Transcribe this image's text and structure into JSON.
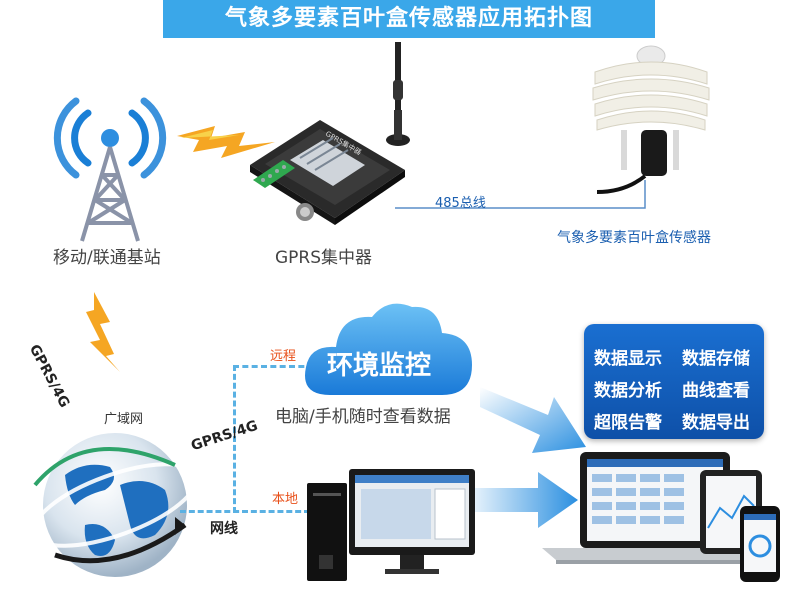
{
  "title": "气象多要素百叶盒传感器应用拓扑图",
  "labels": {
    "base_station": "移动/联通基站",
    "concentrator": "GPRS集中器",
    "sensor": "气象多要素百叶盒传感器",
    "bus": "485总线",
    "gprs_4g_left": "GPRS/4G",
    "gprs_4g_mid": "GPRS/4G",
    "wan": "广域网",
    "remote": "远程",
    "local": "本地",
    "network_cable": "网线"
  },
  "cloud": {
    "title": "环境监控",
    "subtitle": "电脑/手机随时查看数据"
  },
  "features": [
    "数据显示",
    "数据存储",
    "数据分析",
    "曲线查看",
    "超限告警",
    "数据导出"
  ],
  "device_text": {
    "gprs_panel": "GPRS集中器"
  },
  "colors": {
    "title_bar": "#3aa7e9",
    "accent_blue": "#1b5fb0",
    "dash_line": "#5ab1e3",
    "orange_label": "#e8501a",
    "feature_box": "#1a6fd1"
  }
}
